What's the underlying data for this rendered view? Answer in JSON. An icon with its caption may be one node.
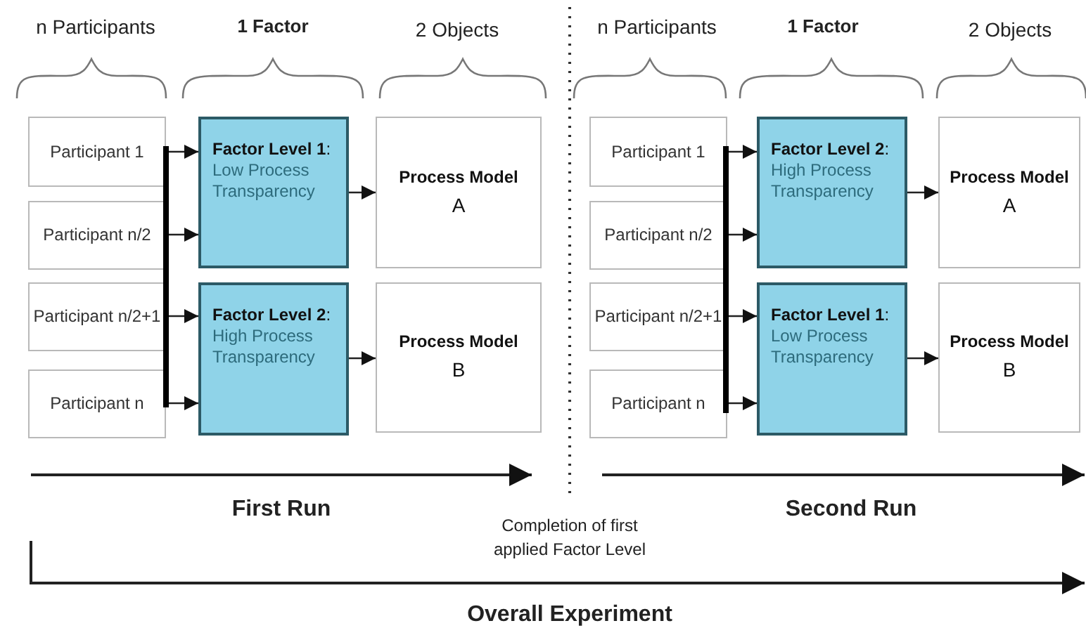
{
  "diagram": {
    "nodes": [
      {
        "text": [
          "Participant 1"
        ]
      },
      {
        "text": [
          "Participant n/2"
        ]
      },
      {
        "text": [
          "Participant n/2+1"
        ]
      },
      {
        "text": [
          "Participant n"
        ]
      },
      {
        "text": [
          "**Factor Level 1**:",
          "Low Process Transparency"
        ]
      },
      {
        "text": [
          "**Factor Level 2**:",
          "High Process Transparency"
        ]
      },
      {
        "text": [
          "Process Model",
          "A"
        ]
      },
      {
        "text": [
          "Process Model",
          "B"
        ]
      },
      {
        "text": [
          "Participant 1"
        ]
      },
      {
        "text": [
          "Participant n/2"
        ]
      },
      {
        "text": [
          "Participant n/2+1"
        ]
      },
      {
        "text": [
          "Participant n"
        ]
      },
      {
        "text": [
          "**Factor Level 2**:",
          "High Process Transparency"
        ]
      },
      {
        "text": [
          "**Factor Level 1**:",
          "Low Process Transparency"
        ]
      },
      {
        "text": [
          "Process Model",
          "A"
        ]
      },
      {
        "text": [
          "Process Model",
          "B"
        ]
      },
      {
        "text": [],
        "shape": "bar"
      },
      {
        "text": [],
        "shape": "bar"
      }
    ],
    "edges": [
      {
        "from": 16,
        "to": 4,
        "arrow": "to"
      },
      {
        "from": 16,
        "to": 4,
        "arrow": "to"
      },
      {
        "from": 16,
        "to": 5,
        "arrow": "to"
      },
      {
        "from": 16,
        "to": 5,
        "arrow": "to"
      },
      {
        "from": 4,
        "to": 6,
        "arrow": "to"
      },
      {
        "from": 5,
        "to": 7,
        "arrow": "to"
      },
      {
        "from": 17,
        "to": 12,
        "arrow": "to"
      },
      {
        "from": 17,
        "to": 12,
        "arrow": "to"
      },
      {
        "from": 17,
        "to": 13,
        "arrow": "to"
      },
      {
        "from": 17,
        "to": 13,
        "arrow": "to"
      },
      {
        "from": 12,
        "to": 14,
        "arrow": "to"
      },
      {
        "from": 13,
        "to": 15,
        "arrow": "to"
      }
    ],
    "labels": [
      "n Participants",
      "1 Factor",
      "2 Objects",
      "n Participants",
      "1 Factor",
      "2 Objects",
      "First Run",
      "Completion of first applied Factor Level",
      "Second Run",
      "Overall Experiment"
    ]
  }
}
